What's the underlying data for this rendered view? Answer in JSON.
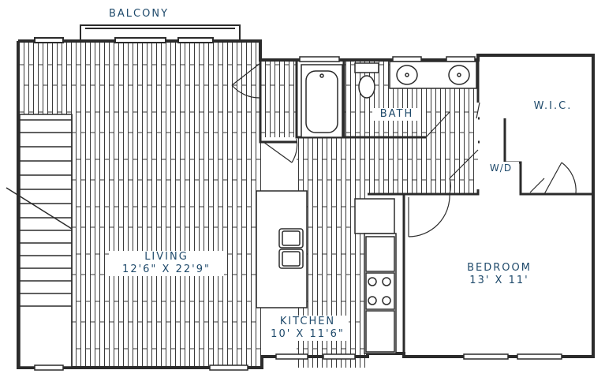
{
  "plan": {
    "rooms": {
      "balcony": {
        "name": "BALCONY"
      },
      "living": {
        "name": "LIVING",
        "size": "12'6\" X 22'9\""
      },
      "kitchen": {
        "name": "KITCHEN",
        "size": "10' X 11'6\""
      },
      "bath": {
        "name": "BATH"
      },
      "wic": {
        "name": "W.I.C."
      },
      "wd": {
        "name": "W/D"
      },
      "bedroom": {
        "name": "BEDROOM",
        "size": "13' X 11'"
      }
    },
    "colors": {
      "label": "#1f4a6b",
      "wall": "#2b2b2b",
      "floor_line": "#3a3a3a"
    }
  }
}
